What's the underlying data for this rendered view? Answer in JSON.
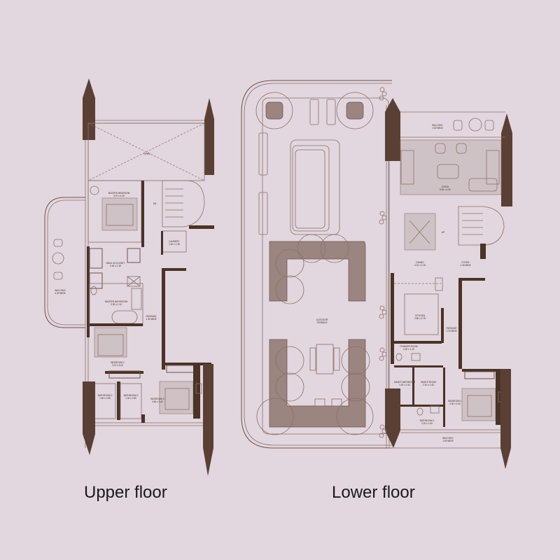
{
  "captions": {
    "upper": "Upper floor",
    "lower": "Lower floor"
  },
  "upper_floor": {
    "rooms": [
      {
        "name": "OPEN",
        "size": ""
      },
      {
        "name": "MASTER BEDROOM",
        "size": "3.70 x 4.25"
      },
      {
        "name": "DN",
        "size": ""
      },
      {
        "name": "LAUNDRY",
        "size": "1.40 x 1.35"
      },
      {
        "name": "WALK-IN CLOSET",
        "size": "2.40 x 1.35"
      },
      {
        "name": "MASTER BATHROOM",
        "size": "3.00 x 2.10"
      },
      {
        "name": "PASSAGE",
        "size": "1.30 WIDE"
      },
      {
        "name": "BALCONY",
        "size": "4.30 WIDE"
      },
      {
        "name": "BEDROOM 2",
        "size": "3.70 x 3.00"
      },
      {
        "name": "BATHROOM 2",
        "size": "1.60 x 2.80"
      },
      {
        "name": "BATHROOM 3",
        "size": "1.30 x 2.80"
      },
      {
        "name": "BEDROOM 3",
        "size": "3.60 x 3.40"
      }
    ]
  },
  "lower_floor": {
    "rooms": [
      {
        "name": "BALCONY",
        "size": "1.60 WIDE"
      },
      {
        "name": "LIVING",
        "size": "5.60 x 4.30"
      },
      {
        "name": "UP",
        "size": ""
      },
      {
        "name": "DINING",
        "size": "4.10 x 3.15"
      },
      {
        "name": "FOYER",
        "size": "1.40 WIDE"
      },
      {
        "name": "KITCHEN",
        "size": "2.80 x 3.75"
      },
      {
        "name": "PASSAGE",
        "size": "1.20 WIDE"
      },
      {
        "name": "POWDER ROOM",
        "size": "2.40 x 1.40"
      },
      {
        "name": "MAID'S BATHROOM",
        "size": "1.40 x 2.40"
      },
      {
        "name": "MAID'S ROOM",
        "size": "2.10 x 2.40"
      },
      {
        "name": "BEDROOM 1",
        "size": "3.30 x 3.40"
      },
      {
        "name": "BATHROOM 1",
        "size": "2.20 x 1.60"
      },
      {
        "name": "BALCONY",
        "size": "1.60 WIDE"
      }
    ],
    "terrace": {
      "name": "OUTDOOR",
      "name2": "TERRACE"
    }
  },
  "colors": {
    "background": "#e2d6df",
    "wall": "#4a3327",
    "line": "#8a7168",
    "fill": "#cfc2c6",
    "caption": "#1a1a1a"
  }
}
